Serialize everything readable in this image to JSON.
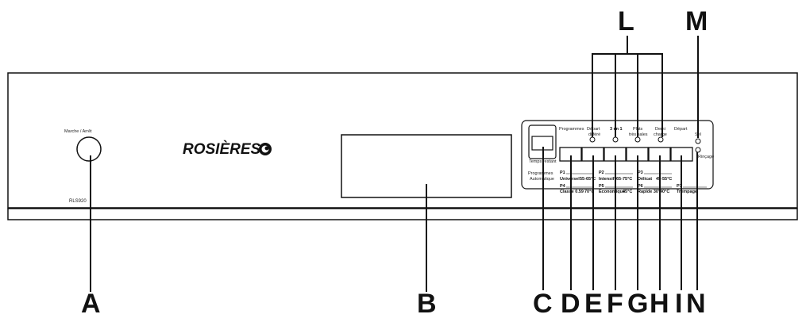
{
  "brand": "ROSIÈRES",
  "model": "RLS920",
  "power_label": "Marche / Arrêt",
  "panel": {
    "programmes": "Programmes",
    "depart_differe_1": "Départ",
    "depart_differe_2": "différé",
    "trois_en_un": "3 en 1",
    "plats_1": "Plats",
    "plats_2": "très sales",
    "demi_1": "Demi",
    "demi_2": "charge",
    "depart": "Départ",
    "sel": "Sel",
    "rincage": "Rinçage",
    "temps_restant": "Temps restant",
    "prog_auto_1": "Programmes",
    "prog_auto_2": "Automatique"
  },
  "programs": {
    "p1": "P1",
    "p1_name": "Universel",
    "p1_temp": "55-65°C",
    "p2": "P2",
    "p2_name": "Intensif",
    "p2_temp": "65-75°C",
    "p3": "P3",
    "p3_name": "Délicat",
    "p3_temp": "45-55°C",
    "p4": "P4",
    "p4_name": "Classe 0.59",
    "p4_temp": "70°C",
    "p5": "P5",
    "p5_name": "Économique",
    "p5_temp": "45°C",
    "p6": "P6",
    "p6_name": "Rapide 30'",
    "p6_temp": "40°C",
    "p7": "P7",
    "p7_name": "Trempage"
  },
  "callouts": {
    "A": "A",
    "B": "B",
    "C": "C",
    "D": "D",
    "E": "E",
    "F": "F",
    "G": "G",
    "H": "H",
    "I": "I",
    "N": "N",
    "L": "L",
    "M": "M"
  }
}
